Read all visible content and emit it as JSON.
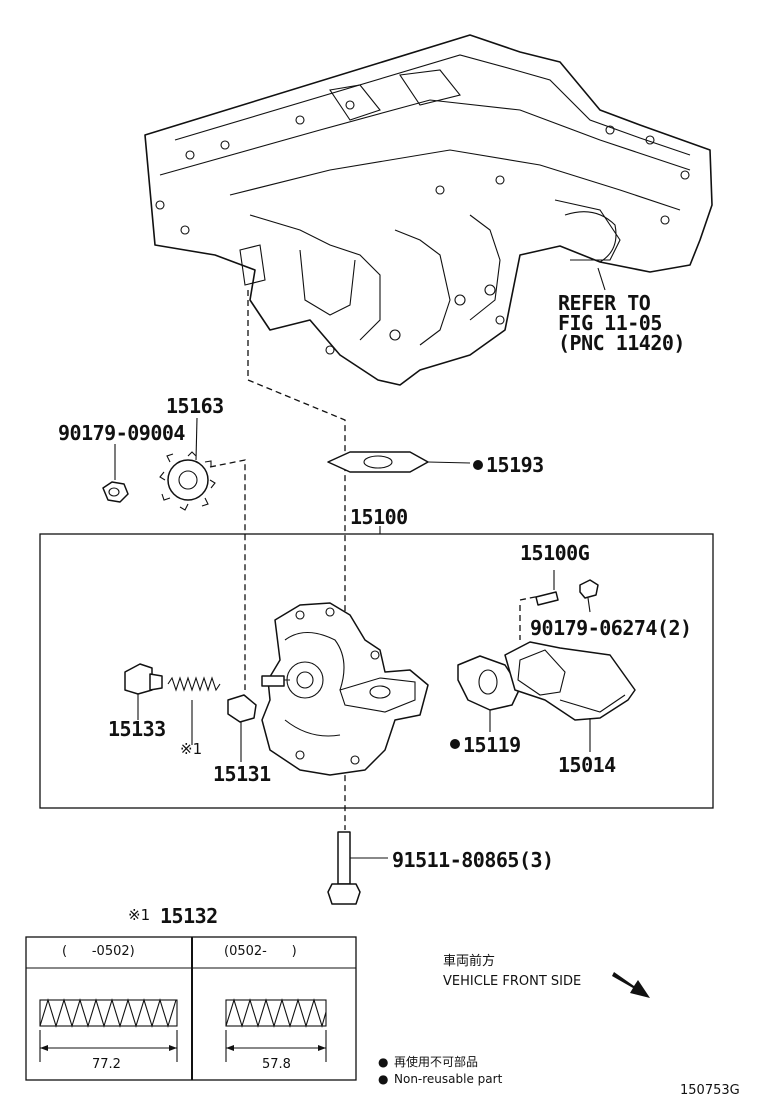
{
  "refer": {
    "line1": "REFER TO",
    "line2": "FIG 11-05",
    "line3": "(PNC 11420)"
  },
  "parts": {
    "p15163": "15163",
    "p90179_09004": "90179-09004",
    "p15193": "15193",
    "p15100": "15100",
    "p15100G": "15100G",
    "p90179_06274": "90179-06274(2)",
    "p15133": "15133",
    "p_note_mark": "※1",
    "p15131": "15131",
    "p15119": "15119",
    "p15014": "15014",
    "p91511": "91511-80865(3)",
    "p15132_mark": "※1",
    "p15132": "15132"
  },
  "spring_table": {
    "col1_header": "(      -0502)",
    "col2_header": "(0502-      )",
    "col1_dim": "77.2",
    "col2_dim": "57.8"
  },
  "direction": {
    "jp": "車両前方",
    "en": "VEHICLE FRONT SIDE"
  },
  "legend": {
    "bullet": "●",
    "jp": "再使用不可部品",
    "en": "Non-reusable part"
  },
  "figure_id": "150753G"
}
